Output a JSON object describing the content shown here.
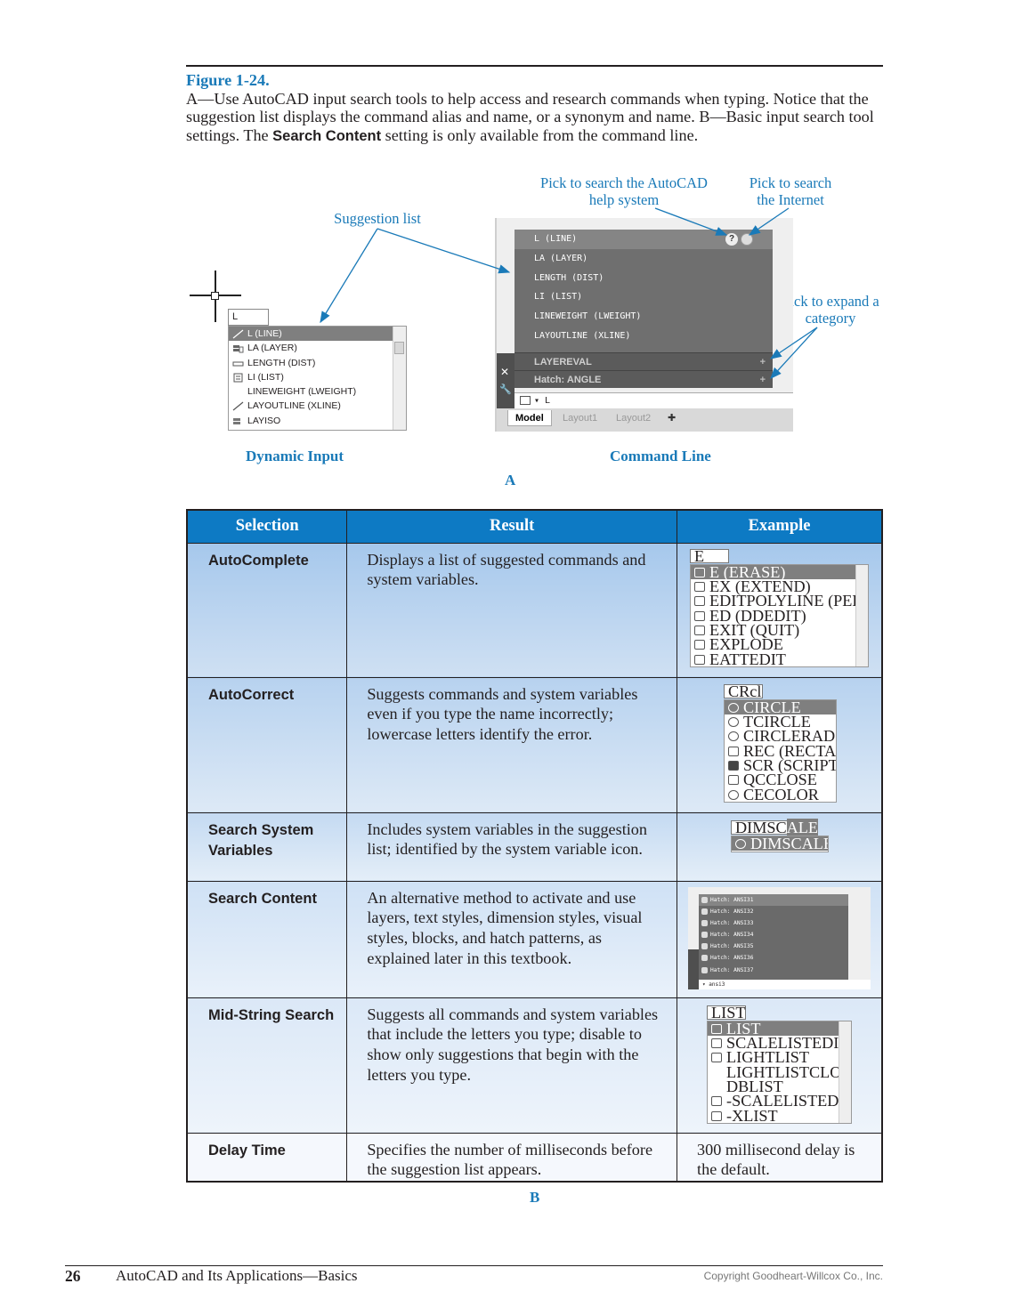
{
  "caption": {
    "figure_label": "Figure 1-24.",
    "text_before_bold": "A—Use AutoCAD input search tools to help access and research commands when typing. Notice that the suggestion list displays the command alias and name, or a synonym and name. B—Basic input search tool settings. The ",
    "bold_term": "Search Content",
    "text_after_bold": " setting is only available from the command line."
  },
  "part_a": {
    "callouts": {
      "suggestion_list": "Suggestion list",
      "help_system": "Pick to search the AutoCAD help system",
      "internet": "Pick to search the Internet",
      "expand_category": "Pick to expand a category"
    },
    "dynamic_input": {
      "label": "Dynamic Input",
      "typed": "L",
      "items": [
        "L (LINE)",
        "LA (LAYER)",
        "LENGTH (DIST)",
        "LI (LIST)",
        "LINEWEIGHT (LWEIGHT)",
        "LAYOUTLINE (XLINE)",
        "LAYISO"
      ]
    },
    "command_line": {
      "label": "Command Line",
      "items": [
        "L (LINE)",
        "LA (LAYER)",
        "LENGTH (DIST)",
        "LI (LIST)",
        "LINEWEIGHT (LWEIGHT)",
        "LAYOUTLINE (XLINE)"
      ],
      "categories": [
        "LAYEREVAL",
        "Hatch: ANGLE"
      ],
      "prompt": "L",
      "tabs": [
        "Model",
        "Layout1",
        "Layout2"
      ]
    },
    "section_letter": "A"
  },
  "table": {
    "headers": [
      "Selection",
      "Result",
      "Example"
    ],
    "rows": [
      {
        "selection": "AutoComplete",
        "result": "Displays a list of suggested commands and system variables.",
        "example_typed": "E",
        "example_items": [
          "E (ERASE)",
          "EX (EXTEND)",
          "EDITPOLYLINE (PEDIT)",
          "ED (DDEDIT)",
          "EXIT (QUIT)",
          "EXPLODE",
          "EATTEDIT"
        ]
      },
      {
        "selection": "AutoCorrect",
        "result": "Suggests commands and system variables even if you type the name incorrectly; lowercase letters identify the error.",
        "example_typed": "CRcl",
        "example_items": [
          "CIRCLE",
          "TCIRCLE",
          "CIRCLERAD",
          "REC (RECTANG)",
          "SCR (SCRIPT)",
          "QCCLOSE",
          "CECOLOR"
        ]
      },
      {
        "selection": "Search System Variables",
        "result": "Includes system variables in the suggestion list; identified by the system variable icon.",
        "example_typed_plain": "DIMSC",
        "example_typed_highlight": "ALE",
        "example_items": [
          "DIMSCALE"
        ]
      },
      {
        "selection": "Search Content",
        "result": "An alternative method to activate and use layers, text styles, dimension styles, visual styles, blocks, and hatch patterns, as explained later in this textbook.",
        "example_items": [
          "Hatch: ANSI31",
          "Hatch: ANSI32",
          "Hatch: ANSI33",
          "Hatch: ANSI34",
          "Hatch: ANSI35",
          "Hatch: ANSI36",
          "Hatch: ANSI37"
        ],
        "example_prompt": "ansi3"
      },
      {
        "selection": "Mid-String Search",
        "result": "Suggests all commands and system variables that include the letters you type; disable to show only suggestions that begin with the letters you type.",
        "example_typed": "LIST",
        "example_items": [
          "LIST",
          "SCALELISTEDIT",
          "LIGHTLIST",
          "LIGHTLISTCLOSE",
          "DBLIST",
          "-SCALELISTEDIT",
          "-XLIST"
        ]
      },
      {
        "selection": "Delay Time",
        "result": "Specifies the number of milliseconds before the suggestion list appears.",
        "example_text": "300 millisecond delay is the default."
      }
    ],
    "section_letter": "B"
  },
  "footer": {
    "page_number": "26",
    "book_title": "AutoCAD and Its Applications—Basics",
    "copyright": "Copyright Goodheart-Willcox Co., Inc."
  },
  "colors": {
    "accent_blue": "#1a7ab8",
    "header_blue": "#0d7ac4",
    "list_highlight": "#7f7f7f"
  }
}
